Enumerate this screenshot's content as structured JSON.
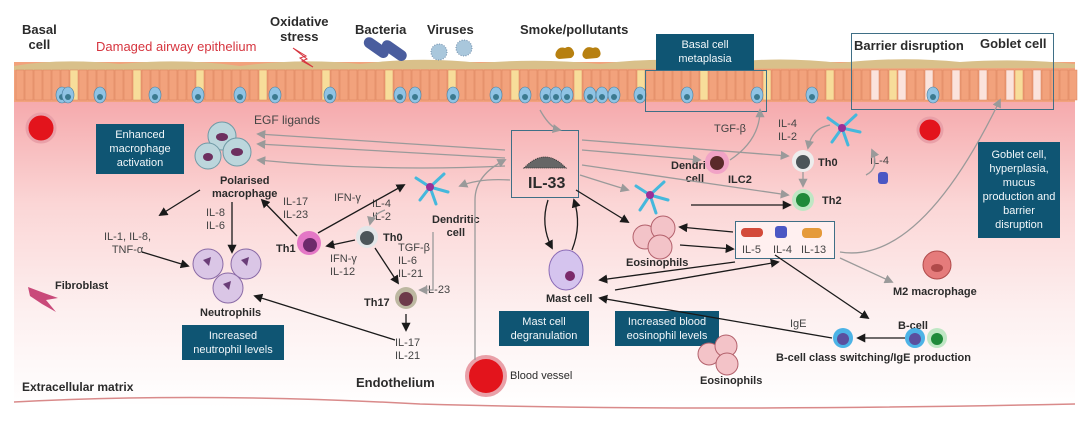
{
  "title": "IL-33 in damaged airway epithelium",
  "top_labels": {
    "basal_cell": "Basal\ncell",
    "damaged_epithelium": "Damaged airway epithelium",
    "oxidative_stress": "Oxidative\nstress",
    "bacteria": "Bacteria",
    "viruses": "Viruses",
    "smoke": "Smoke/pollutants",
    "barrier_disruption": "Barrier disruption",
    "goblet_cell": "Goblet cell"
  },
  "boxes": {
    "basal_metaplasia": "Basal cell metaplasia",
    "enhanced_macrophage": "Enhanced macrophage activation",
    "goblet_hyperplasia": "Goblet cell, hyperplasia, mucus production and barrier disruption",
    "increased_neutrophil": "Increased neutrophil levels",
    "mast_degranulation": "Mast cell degranulation",
    "increased_eosinophil": "Increased blood eosinophil levels"
  },
  "cells": {
    "polarised_macrophage": "Polarised\nmacrophage",
    "th1": "Th1",
    "th0_left": "Th0",
    "dendritic_left": "Dendritic\ncell",
    "th17": "Th17",
    "neutrophils": "Neutrophils",
    "fibroblast": "Fibroblast",
    "il33": "IL-33",
    "mast_cell": "Mast cell",
    "eosinophils_mid": "Eosinophils",
    "dendritic_mid": "Dendritic\ncell",
    "ilc2": "ILC2",
    "th0_right": "Th0",
    "th2": "Th2",
    "m2_macrophage": "M2 macrophage",
    "b_cell": "B-cell",
    "b_cell_switching": "B-cell class switching/IgE production",
    "eosinophils_bottom": "Eosinophils",
    "endothelium": "Endothelium",
    "blood_vessel": "Blood vessel",
    "extracellular_matrix": "Extracellular matrix"
  },
  "cytokines": {
    "egf": "EGF ligands",
    "il1_il8_tnf": "IL-1, IL-8,\nTNF-α",
    "il8_il6": "IL-8\nIL-6",
    "il17_il23": "IL-17\nIL-23",
    "ifng_top": "IFN-γ",
    "il4_il2_left": "IL-4\nIL-2",
    "ifng_il12": "IFN-γ\nIL-12",
    "tgfb_il6_il21": "TGF-β\nIL-6\nIL-21",
    "il23": "IL-23",
    "il17_il21": "IL-17\nIL-21",
    "tgfb_right": "TGF-β",
    "il4_il2_right": "IL-4\nIL-2",
    "il4_right": "IL-4",
    "ige": "IgE",
    "th2_panel": [
      "IL-5",
      "IL-4",
      "IL-13"
    ]
  },
  "colors": {
    "box_fill": "#0f5573",
    "epithelium": "#f2a27c",
    "basal": "#8fc3e4",
    "tissue_pink": "#f7c6c8",
    "label_red": "#d6353f",
    "blood_red": "#e3141c"
  }
}
